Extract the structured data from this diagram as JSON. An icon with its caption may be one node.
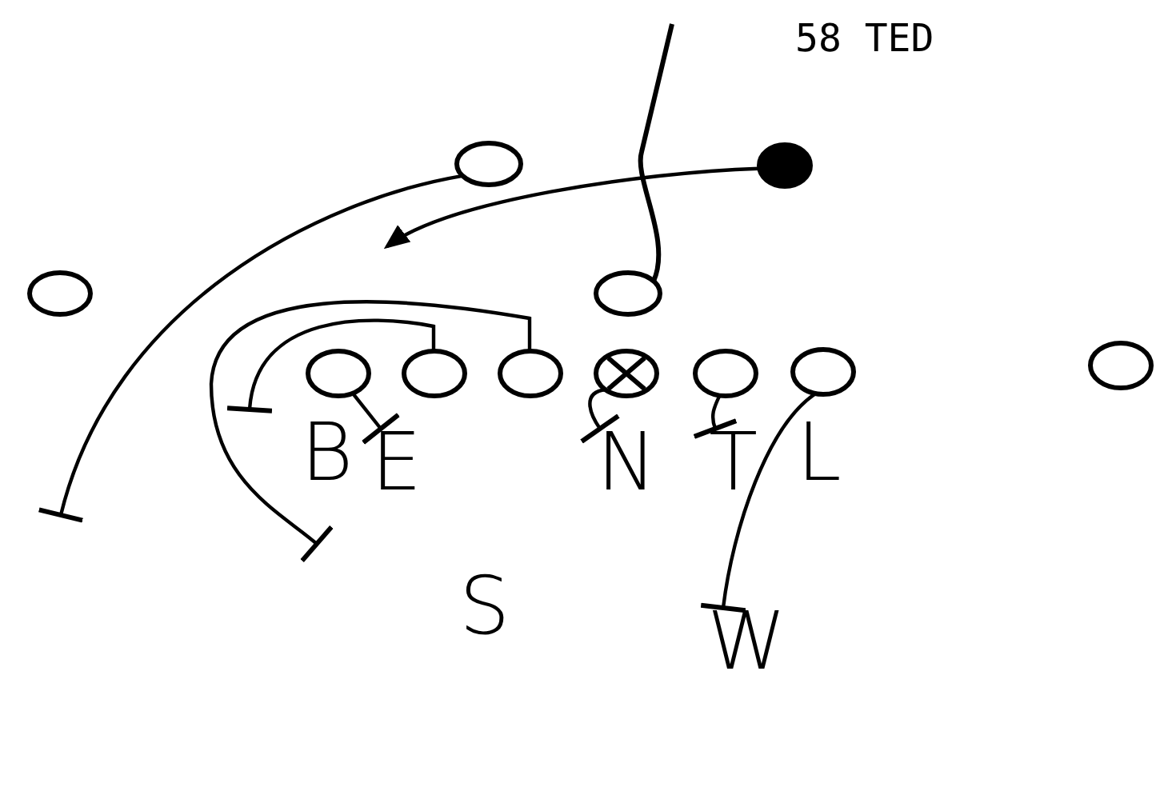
{
  "diagram": {
    "title": "58 TED",
    "nodes": [
      {
        "text": [],
        "shape": "circle"
      },
      {
        "text": [],
        "shape": "circle"
      },
      {
        "text": [],
        "shape": "circle"
      },
      {
        "text": [],
        "shape": "circle"
      },
      {
        "text": [],
        "shape": "circle"
      },
      {
        "text": [],
        "shape": "circle"
      },
      {
        "text": [],
        "shape": "circle"
      },
      {
        "text": [],
        "shape": "circle"
      },
      {
        "text": [],
        "shape": "circle"
      },
      {
        "text": [],
        "shape": "circle"
      },
      {
        "text": [],
        "shape": "circle"
      },
      {
        "text": [
          "E"
        ]
      },
      {
        "text": [
          "N"
        ]
      },
      {
        "text": [
          "T"
        ]
      },
      {
        "text": [
          "W"
        ]
      }
    ],
    "edges": [
      {
        "from": 0,
        "to": null,
        "arrow": "other"
      },
      {
        "from": 1,
        "to": null,
        "arrow": "to"
      },
      {
        "from": 3,
        "to": null,
        "arrow": "none"
      },
      {
        "from": 4,
        "to": 11,
        "arrow": "other"
      },
      {
        "from": 5,
        "to": null,
        "arrow": "other"
      },
      {
        "from": 6,
        "to": null,
        "arrow": "other"
      },
      {
        "from": 7,
        "to": 12,
        "arrow": "other"
      },
      {
        "from": 8,
        "to": 13,
        "arrow": "other"
      },
      {
        "from": 9,
        "to": 14,
        "arrow": "other"
      }
    ],
    "labels": [
      "B",
      "L",
      "S"
    ]
  }
}
